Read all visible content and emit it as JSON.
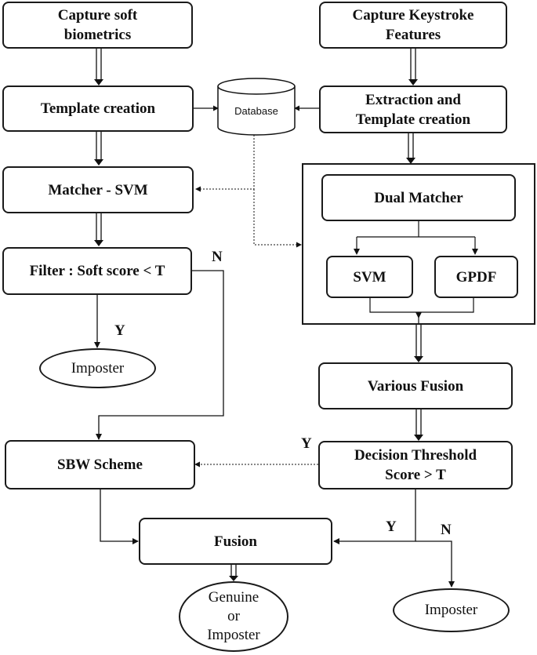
{
  "nodes": {
    "capture_soft": "Capture soft\nbiometrics",
    "capture_keystroke": "Capture Keystroke\nFeatures",
    "template_creation": "Template creation",
    "database": "Database",
    "extraction_template": "Extraction and\nTemplate creation",
    "matcher_svm": "Matcher - SVM",
    "dual_matcher": "Dual Matcher",
    "svm": "SVM",
    "gpdf": "GPDF",
    "filter": "Filter :  Soft score < T",
    "imposter_left": "Imposter",
    "various_fusion": "Various Fusion",
    "sbw_scheme": "SBW Scheme",
    "decision_threshold": "Decision Threshold\nScore > T",
    "fusion": "Fusion",
    "genuine_or_imposter": "Genuine\nor\nImposter",
    "imposter_right": "Imposter"
  },
  "edge_labels": {
    "filter_no": "N",
    "filter_yes": "Y",
    "decision_yes_left": "Y",
    "decision_yes_fusion": "Y",
    "decision_no": "N"
  }
}
